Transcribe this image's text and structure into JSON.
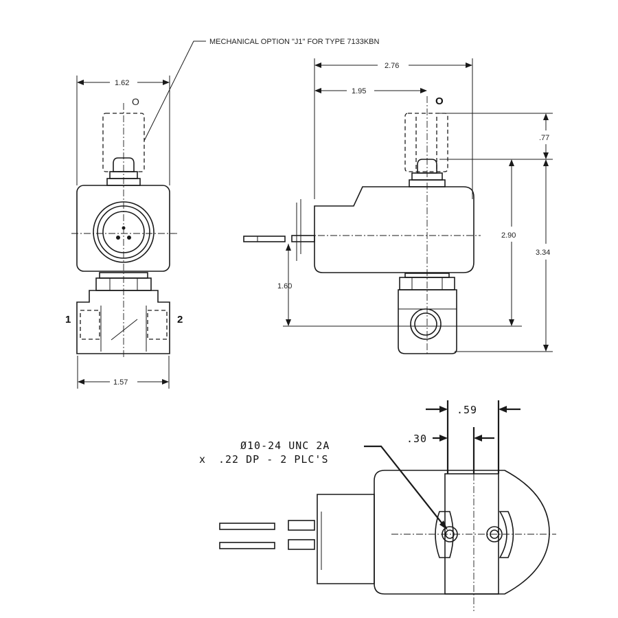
{
  "labels": {
    "mech_option": "MECHANICAL OPTION \"J1\" FOR TYPE 7133KBN",
    "port_1": "1",
    "port_2": "2",
    "zero_left": "O",
    "zero_right": "O",
    "thread_line1": "Ø10-24 UNC 2A",
    "thread_line2": ".22 DP - 2 PLC'S",
    "thread_mark": "x"
  },
  "dimensions": {
    "front_width_top": "1.62",
    "front_width_bottom": "1.57",
    "side_overall": "2.76",
    "side_center": "1.95",
    "side_knob": ".77",
    "side_height_290": "2.90",
    "side_height_334": "3.34",
    "side_lead": "1.60",
    "bottom_59": ".59",
    "bottom_30": ".30"
  }
}
